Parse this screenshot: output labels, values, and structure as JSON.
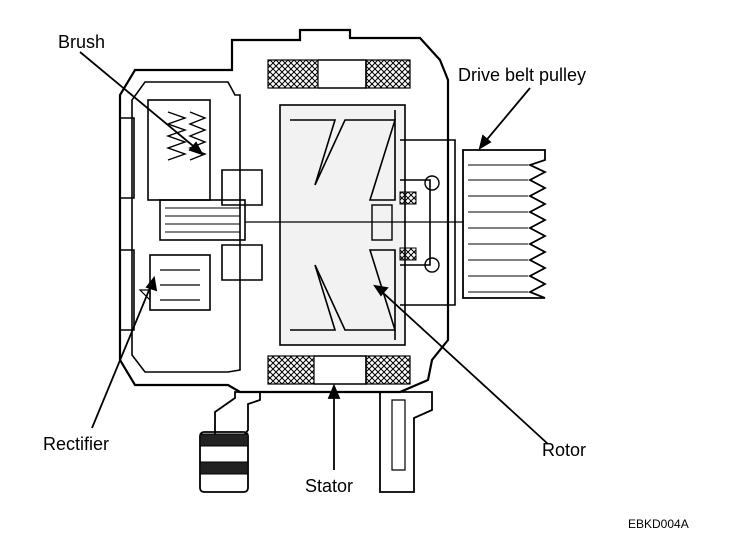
{
  "labels": {
    "brush": "Brush",
    "drive_belt_pulley": "Drive belt pulley",
    "rectifier": "Rectifier",
    "rotor": "Rotor",
    "stator": "Stator"
  },
  "figure_code": "EBKD004A",
  "colors": {
    "ink": "#000000",
    "paper": "#ffffff",
    "shade": "#e6e6e6"
  }
}
